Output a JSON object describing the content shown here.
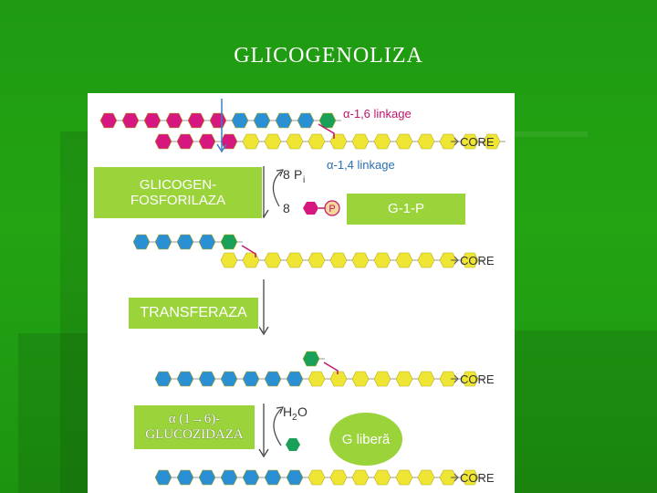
{
  "slide": {
    "title": "GLICOGENOLIZA"
  },
  "diagram": {
    "alpha16": "α-1,6 linkage",
    "alpha14": "α-1,4 linkage",
    "core": "CORE",
    "pi_count": "8",
    "pi_label": "P",
    "pi_sub": "i",
    "product_count": "8",
    "p_symbol": "P",
    "h2o": "H",
    "h2o_sub": "2",
    "h2o_tail": "O",
    "colors": {
      "magenta": "#d6177f",
      "blue": "#2a8fd3",
      "yellow": "#efe534",
      "green": "#1aa058",
      "link": "#c0156b",
      "p_fill": "#f6d79a"
    }
  },
  "labels": {
    "phosphorylase_line1": "GLICOGEN-",
    "phosphorylase_line2": "FOSFORILAZA",
    "g1p": "G-1-P",
    "transferase": "TRANSFERAZA",
    "glucosidase_line1": "α (1→6)-",
    "glucosidase_line2": "GLUCOZIDAZA",
    "free_glucose": "G liberă"
  }
}
